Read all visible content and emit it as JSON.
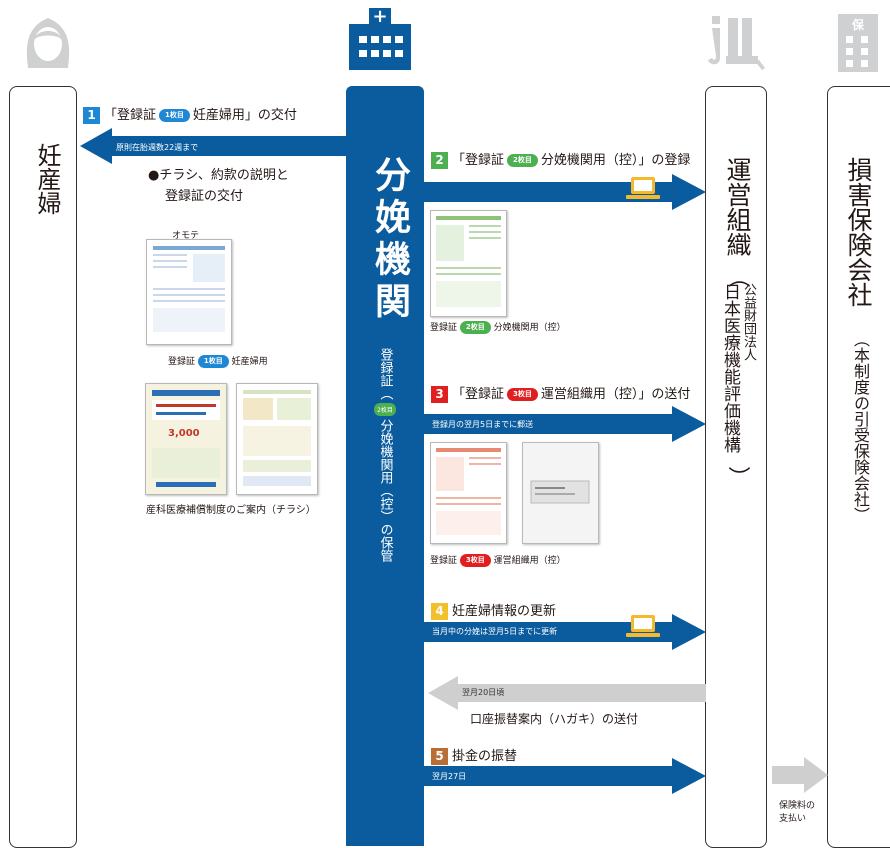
{
  "colors": {
    "accent": "#0b5c9e",
    "gray_icon": "#cfd0d1",
    "step1": "#1e88d4",
    "step2": "#4caf50",
    "step3": "#e02020",
    "step4": "#f2c029",
    "step5": "#b86e35",
    "arrow_gray": "#cfcfcf"
  },
  "icons": {
    "person": "pregnant-woman-icon",
    "hospital": "hospital-icon",
    "jq": "jq-logo-icon",
    "insurer": "insurance-building-icon",
    "laptop": "laptop-icon"
  },
  "icon_texts": {
    "hospital_cross": "+",
    "insurer_mark": "保"
  },
  "columns": {
    "pregnant": "妊産婦",
    "facility": "分娩機関",
    "facility_storage": "登録証（",
    "facility_storage_badge": "2枚目",
    "facility_storage2": "分娩機関用（控）の保管",
    "operator": "運営組織",
    "operator_paren_open": "（",
    "operator_org_line1": "公益財団法人",
    "operator_org_line2": "日本医療機能評価機構",
    "operator_paren_close": "）",
    "insurer": "損害保険会社",
    "insurer_sub": "（本制度の引受保険会社）"
  },
  "steps": [
    {
      "num": "1",
      "pre": "「登録証",
      "badge": "1枚目",
      "post": "妊産婦用」の交付",
      "note": "原則在胎週数22週まで"
    },
    {
      "num": "2",
      "pre": "「登録証",
      "badge": "2枚目",
      "post": "分娩機関用（控）」の登録"
    },
    {
      "num": "3",
      "pre": "「登録証",
      "badge": "3枚目",
      "post": "運営組織用（控）」の送付",
      "note": "登録月の翌月5日までに郵送"
    },
    {
      "num": "4",
      "label": "妊産婦情報の更新",
      "note": "当月中の分娩は翌月5日までに更新"
    },
    {
      "num": "5",
      "label": "掛金の振替",
      "note": "翌月27日"
    }
  ],
  "bullet_text": "●チラシ、約款の説明と",
  "bullet_text2": "登録証の交付",
  "docs": {
    "front_label": "オモテ",
    "cap1_pre": "登録証",
    "cap1_badge": "1枚目",
    "cap1_post": "妊産婦用",
    "flyer_caption": "産科医療補償制度のご案内（チラシ）",
    "flyer_price": "3,000",
    "cap2_pre": "登録証",
    "cap2_badge": "2枚目",
    "cap2_post": "分娩機関用（控）",
    "cap3_pre": "登録証",
    "cap3_badge": "3枚目",
    "cap3_post": "運営組織用（控）"
  },
  "notice": {
    "date": "翌月20日頃",
    "label": "口座振替案内（ハガキ）の送付"
  },
  "premium": {
    "line1": "保険料の",
    "line2": "支払い"
  }
}
